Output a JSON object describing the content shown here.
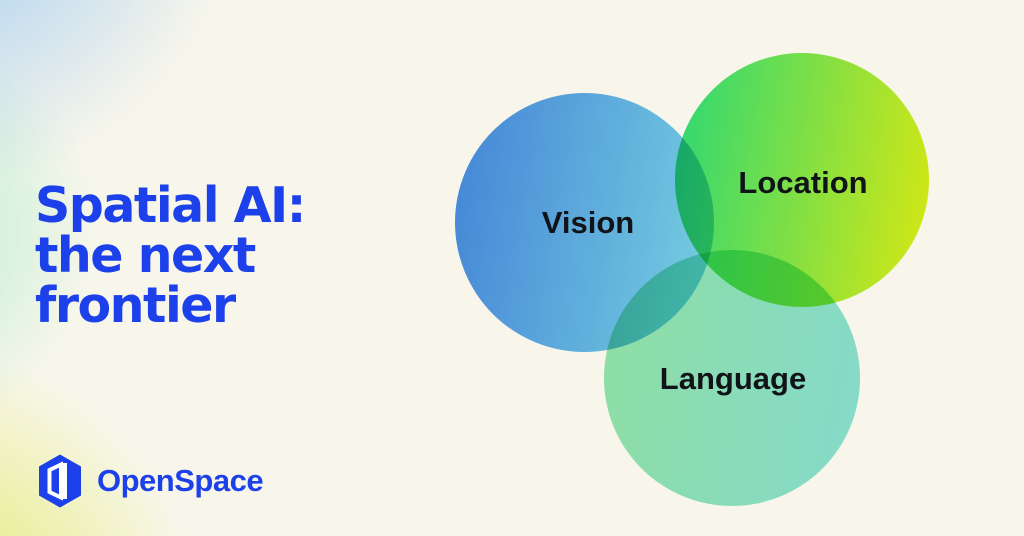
{
  "title": {
    "lines": [
      "Spatial AI:",
      "the next",
      "frontier"
    ]
  },
  "venn": {
    "circles": [
      {
        "name": "vision",
        "label": "Vision",
        "gradient_from": "#4589EA",
        "gradient_to": "#7BD9F3"
      },
      {
        "name": "location",
        "label": "Location",
        "gradient_from": "#2BDF80",
        "gradient_to": "#E0F112"
      },
      {
        "name": "language",
        "label": "Language",
        "gradient_from": "#92E6B0",
        "gradient_to": "#89E2DC"
      }
    ]
  },
  "brand": {
    "name": "OpenSpace",
    "logo_icon": "openspace-hexagon-door-icon"
  },
  "colors": {
    "background_cream": "#F8F6EB",
    "corner_blue": "#94C5F3",
    "corner_mint": "#AAECCA",
    "corner_yellow_green": "#DEEA5A",
    "title_blue": "#1C40E9",
    "label_black": "#101418"
  }
}
